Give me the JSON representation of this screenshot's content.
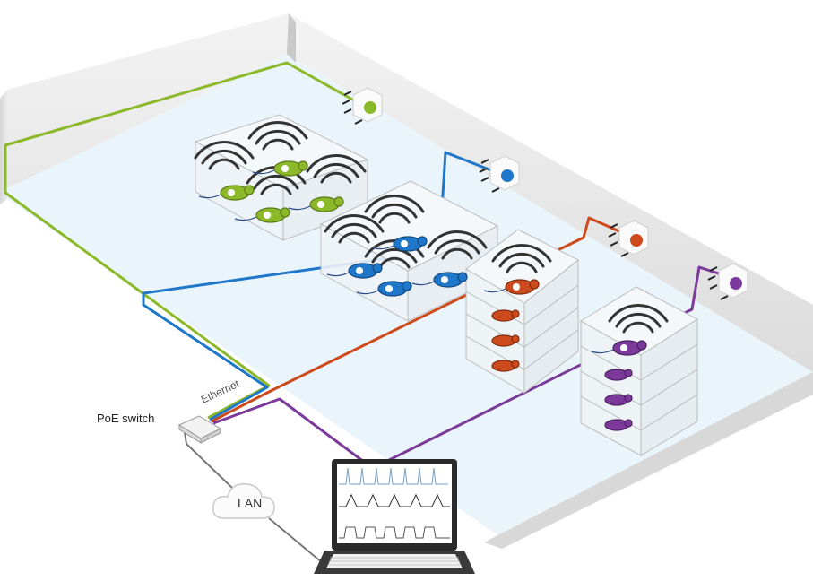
{
  "labels": {
    "poe_switch": "PoE switch",
    "ethernet": "Ethernet",
    "lan": "LAN"
  },
  "colors": {
    "green": "#8cb92a",
    "blue": "#1f77c9",
    "orange": "#cc4a1c",
    "purple": "#7b3a9a",
    "wall": "#e6e6e6",
    "floor": "#e9f4fb",
    "cable_gray": "#777777"
  },
  "icons": [
    "wireless-signal-icon",
    "mouse-icon",
    "wireless-receiver-icon",
    "laptop-icon",
    "cloud-icon",
    "switch-icon"
  ]
}
